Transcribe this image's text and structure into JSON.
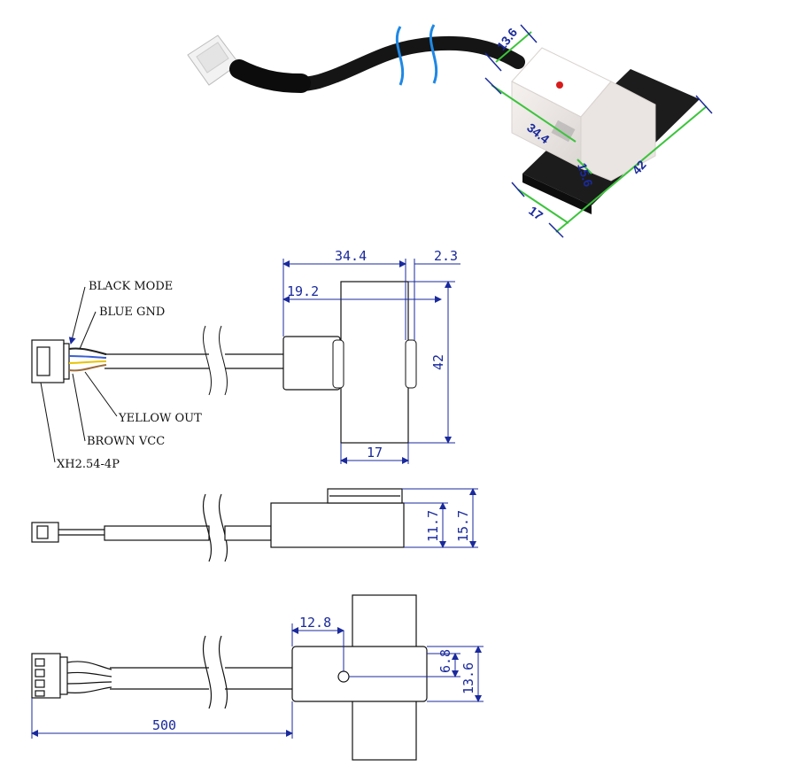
{
  "photo": {
    "dim_height": "13.6",
    "dim_length": "34.4",
    "dim_depth": "15.6",
    "dim_plate_width": "17",
    "dim_plate_length": "42"
  },
  "top_view": {
    "dim_body_length": "34.4",
    "dim_offset": "2.3",
    "dim_center": "19.2",
    "dim_height": "42",
    "dim_width": "17",
    "wires": {
      "black": "BLACK MODE",
      "blue": "BLUE GND",
      "yellow": "YELLOW OUT",
      "brown": "BROWN VCC"
    },
    "connector": "XH2.54-4P"
  },
  "side_view": {
    "dim_body": "11.7",
    "dim_total": "15.7"
  },
  "front_view": {
    "dim_center": "12.8",
    "dim_hole": "6.8",
    "dim_height": "13.6",
    "dim_cable": "500"
  },
  "colors": {
    "dimension": "#1a2a9c",
    "dimension_green": "#3cc43c",
    "wire_black": "#222222",
    "wire_blue": "#3a5fd0",
    "wire_yellow": "#e8c400",
    "wire_brown": "#9b6b3a"
  }
}
